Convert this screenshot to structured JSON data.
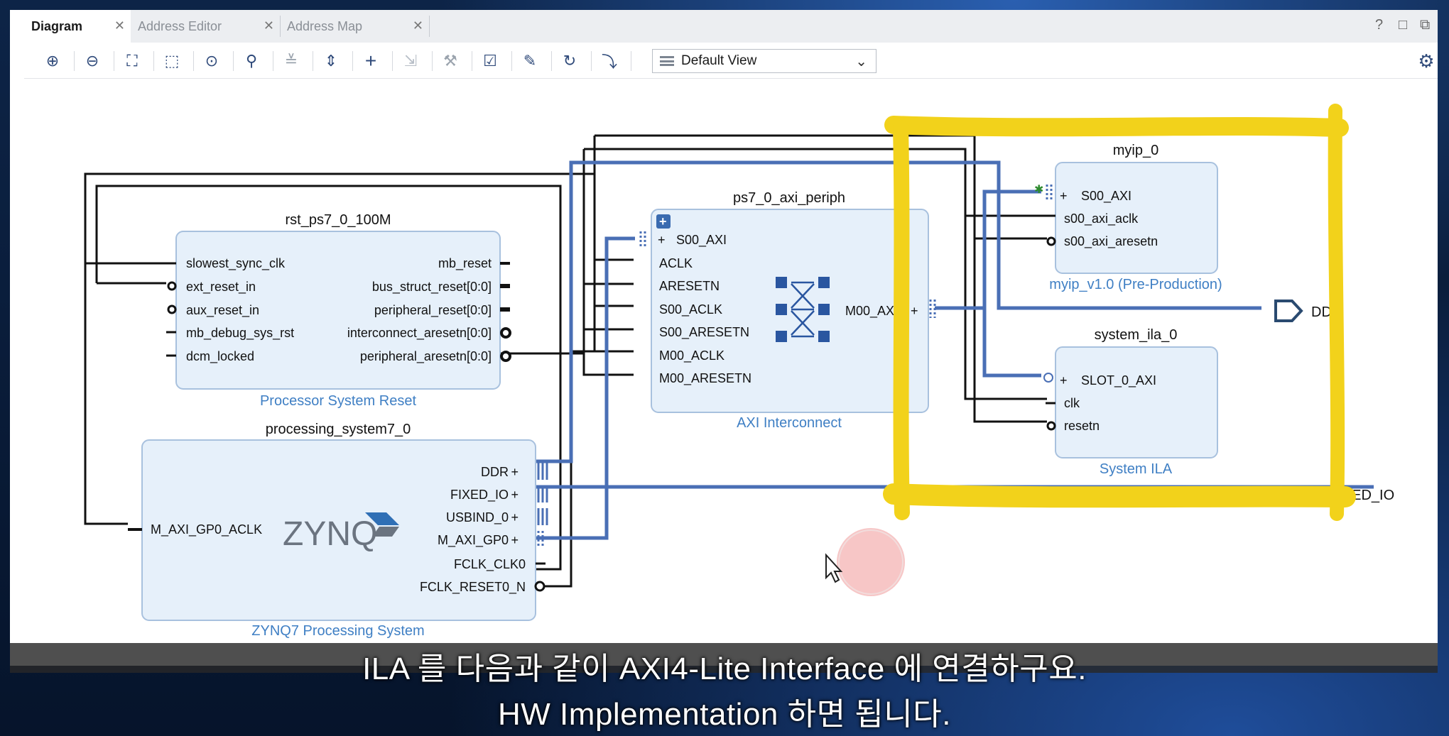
{
  "tabs": [
    {
      "label": "Diagram",
      "active": true
    },
    {
      "label": "Address Editor",
      "active": false
    },
    {
      "label": "Address Map",
      "active": false
    }
  ],
  "window_controls": {
    "help": "?",
    "restore": "□",
    "float": "⧉"
  },
  "toolbar": {
    "icons": [
      "zoom-in-icon",
      "zoom-out-icon",
      "zoom-fit-icon",
      "zoom-selection-icon",
      "center-icon",
      "search-icon",
      "collapse-icon",
      "expand-icon",
      "add-ip-icon",
      "make-external-icon",
      "properties-icon",
      "validate-icon",
      "autoconnect-icon",
      "regenerate-icon",
      "optimize-routing-icon"
    ],
    "view_select": "Default View",
    "settings_icon": "gear-icon"
  },
  "diagram": {
    "rst": {
      "title": "rst_ps7_0_100M",
      "subtitle": "Processor System Reset",
      "left_ports": [
        "slowest_sync_clk",
        "ext_reset_in",
        "aux_reset_in",
        "mb_debug_sys_rst",
        "dcm_locked"
      ],
      "right_ports": [
        "mb_reset",
        "bus_struct_reset[0:0]",
        "peripheral_reset[0:0]",
        "interconnect_aresetn[0:0]",
        "peripheral_aresetn[0:0]"
      ]
    },
    "ps7": {
      "title": "processing_system7_0",
      "subtitle": "ZYNQ7 Processing System",
      "logo": "ZYNQ",
      "left_ports": [
        "M_AXI_GP0_ACLK"
      ],
      "right_ports": [
        "DDR",
        "FIXED_IO",
        "USBIND_0",
        "M_AXI_GP0",
        "FCLK_CLK0",
        "FCLK_RESET0_N"
      ]
    },
    "periph": {
      "title": "ps7_0_axi_periph",
      "subtitle": "AXI Interconnect",
      "left_ports": [
        "S00_AXI",
        "ACLK",
        "ARESETN",
        "S00_ACLK",
        "S00_ARESETN",
        "M00_ACLK",
        "M00_ARESETN"
      ],
      "right_ports": [
        "M00_AXI"
      ]
    },
    "myip": {
      "title": "myip_0",
      "subtitle": "myip_v1.0 (Pre-Production)",
      "left_ports": [
        "S00_AXI",
        "s00_axi_aclk",
        "s00_axi_aresetn"
      ]
    },
    "ila": {
      "title": "system_ila_0",
      "subtitle": "System ILA",
      "left_ports": [
        "SLOT_0_AXI",
        "clk",
        "resetn"
      ]
    },
    "external": {
      "ddr": "DDR",
      "fixed_io": "FIXED_IO"
    },
    "colors": {
      "bus": "#4a6fb5",
      "wire": "#111111",
      "block_fill": "#e6f0fa",
      "block_border": "#a8c1de",
      "subtitle": "#3f7fc4",
      "highlight": "#f2d21b"
    }
  },
  "subtitles": {
    "line1": "ILA 를 다음과 같이 AXI4-Lite Interface 에 연결하구요.",
    "line2": "HW Implementation 하면 됩니다."
  }
}
